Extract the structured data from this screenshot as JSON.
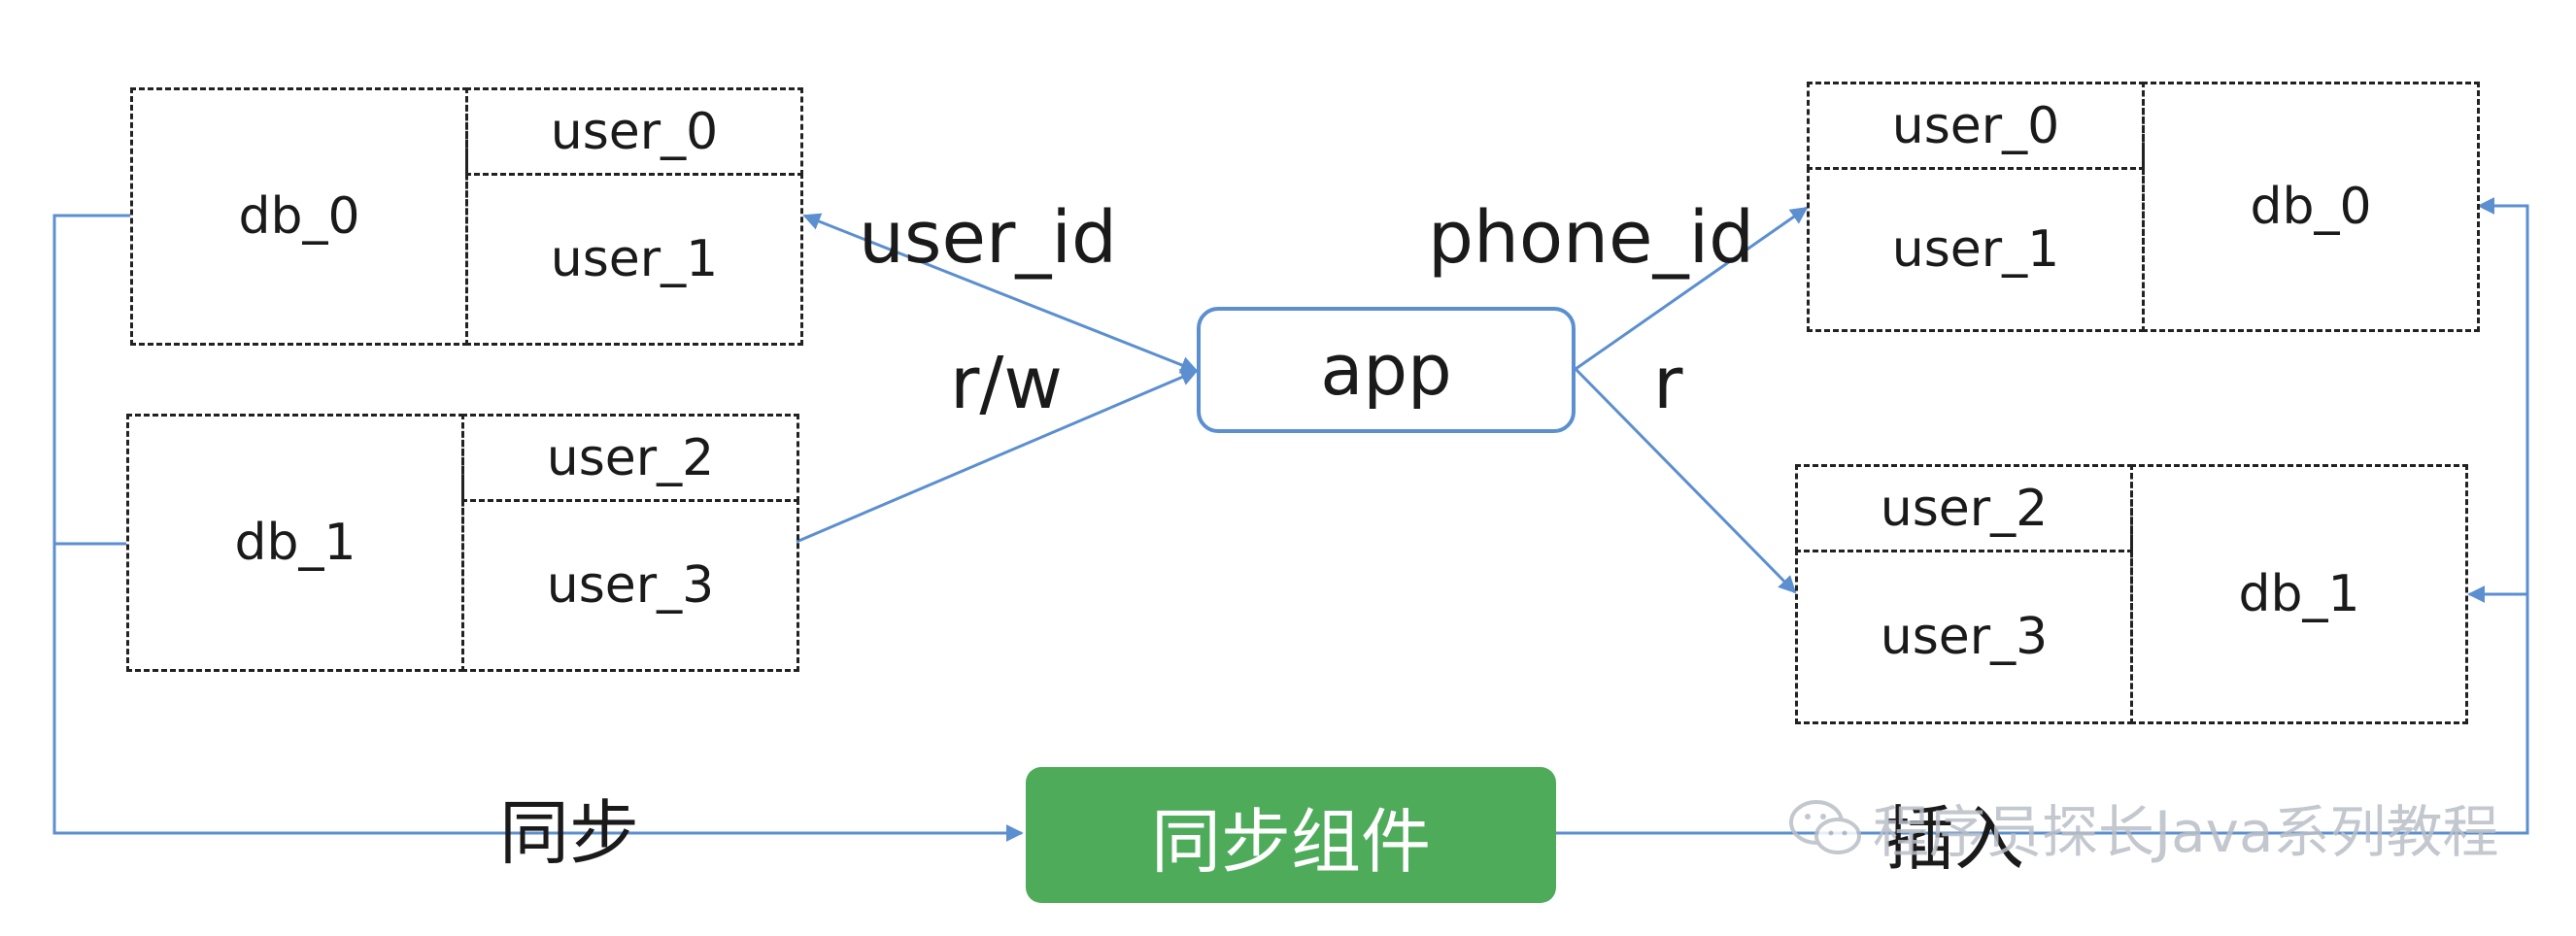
{
  "left_db0": {
    "name": "db_0",
    "tables": [
      "user_0",
      "user_1"
    ]
  },
  "left_db1": {
    "name": "db_1",
    "tables": [
      "user_2",
      "user_3"
    ]
  },
  "right_db0": {
    "name": "db_0",
    "tables": [
      "user_0",
      "user_1"
    ]
  },
  "right_db1": {
    "name": "db_1",
    "tables": [
      "user_2",
      "user_3"
    ]
  },
  "edges": {
    "left_key": "user_id",
    "left_mode": "r/w",
    "right_key": "phone_id",
    "right_mode": "r",
    "sync_label": "同步",
    "insert_label": "插入"
  },
  "nodes": {
    "app": "app",
    "sync_component": "同步组件"
  },
  "watermark": "程序员探长Java系列教程",
  "colors": {
    "line": "#5b8fd0",
    "sync_fill": "#4eab5a",
    "border": "#222222"
  }
}
